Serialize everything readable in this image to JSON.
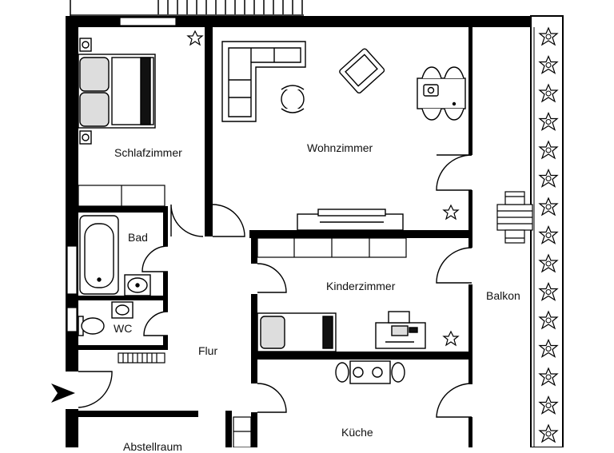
{
  "rooms": {
    "schlafzimmer": "Schlafzimmer",
    "wohnzimmer": "Wohnzimmer",
    "bad": "Bad",
    "kinderzimmer": "Kinderzimmer",
    "balkon": "Balkon",
    "wc": "WC",
    "flur": "Flur",
    "kueche": "Küche",
    "abstellraum": "Abstellraum"
  },
  "colors": {
    "wall": "#000000",
    "background": "#ffffff",
    "furniture_fill": "#e6e6e6"
  },
  "icons": [
    "entrance-arrow-icon",
    "plant-icon",
    "bed-icon",
    "sofa-icon",
    "armchair-icon",
    "dining-table-icon",
    "bathtub-icon",
    "sink-icon",
    "toilet-icon",
    "radiator-icon",
    "desk-icon",
    "tv-cabinet-icon",
    "balcony-lounger-icon"
  ]
}
